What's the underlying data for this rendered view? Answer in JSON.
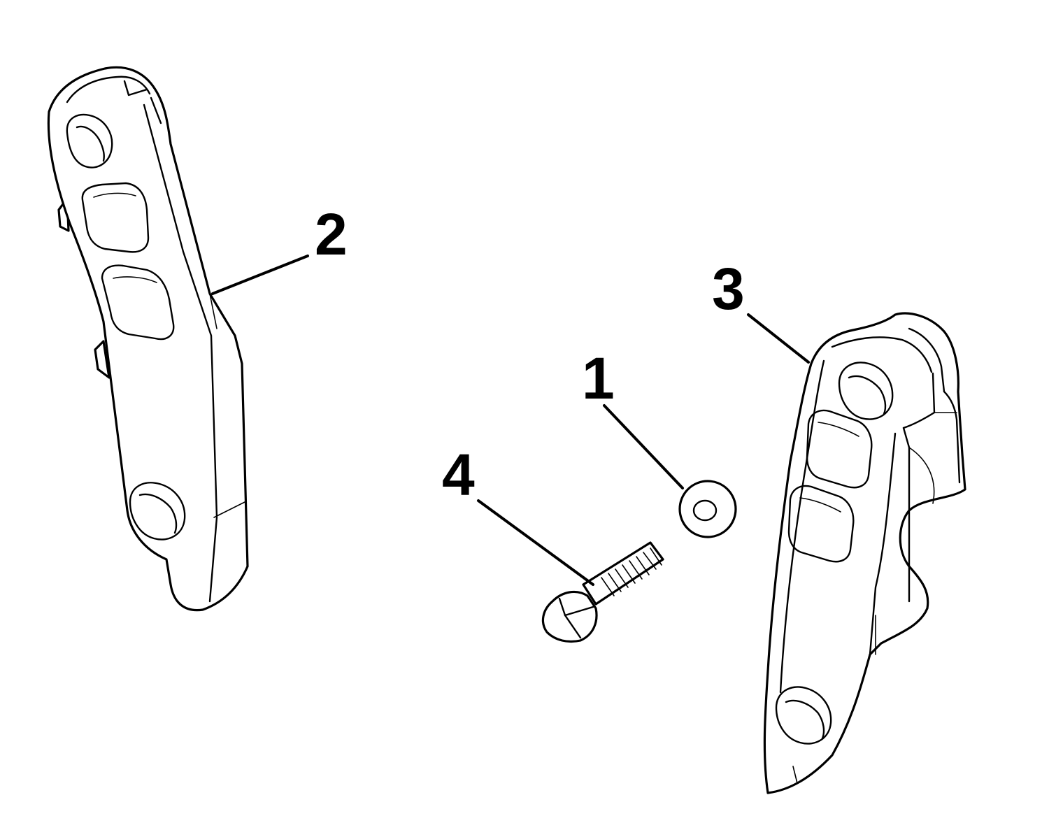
{
  "callouts": [
    {
      "id": "washer",
      "label": "1"
    },
    {
      "id": "left-bracket",
      "label": "2"
    },
    {
      "id": "right-bracket",
      "label": "3"
    },
    {
      "id": "bolt",
      "label": "4"
    }
  ],
  "colors": {
    "line": "#000000",
    "background": "#ffffff"
  }
}
